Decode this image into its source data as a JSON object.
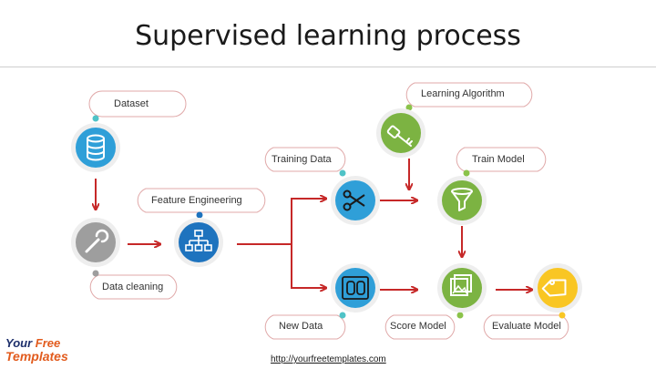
{
  "title": "Supervised learning process",
  "labels": {
    "dataset": "Dataset",
    "learning_algorithm": "Learning Algorithm",
    "training_data": "Training Data",
    "train_model": "Train Model",
    "feature_engineering": "Feature Engineering",
    "data_cleaning": "Data cleaning",
    "new_data": "New Data",
    "score_model": "Score Model",
    "evaluate_model": "Evaluate Model"
  },
  "footer": {
    "url": "http://yourfreetemplates.com",
    "logo_line1_a": "Your ",
    "logo_line1_b": "Free",
    "logo_line2": "Templates"
  },
  "colors": {
    "arrow": "#c62828",
    "database": "#2f9fd8",
    "wrench": "#9e9e9e",
    "hierarchy": "#1e73be",
    "key": "#7cb342",
    "scissors": "#2f9fd8",
    "filter": "#7cb342",
    "new_data": "#2f9fd8",
    "score_model": "#7cb342",
    "evaluate_model": "#f9c623"
  },
  "icons": [
    "database-icon",
    "wrench-icon",
    "hierarchy-icon",
    "key-icon",
    "scissors-icon",
    "filter-icon",
    "data-icon",
    "score-icon",
    "tag-icon"
  ]
}
